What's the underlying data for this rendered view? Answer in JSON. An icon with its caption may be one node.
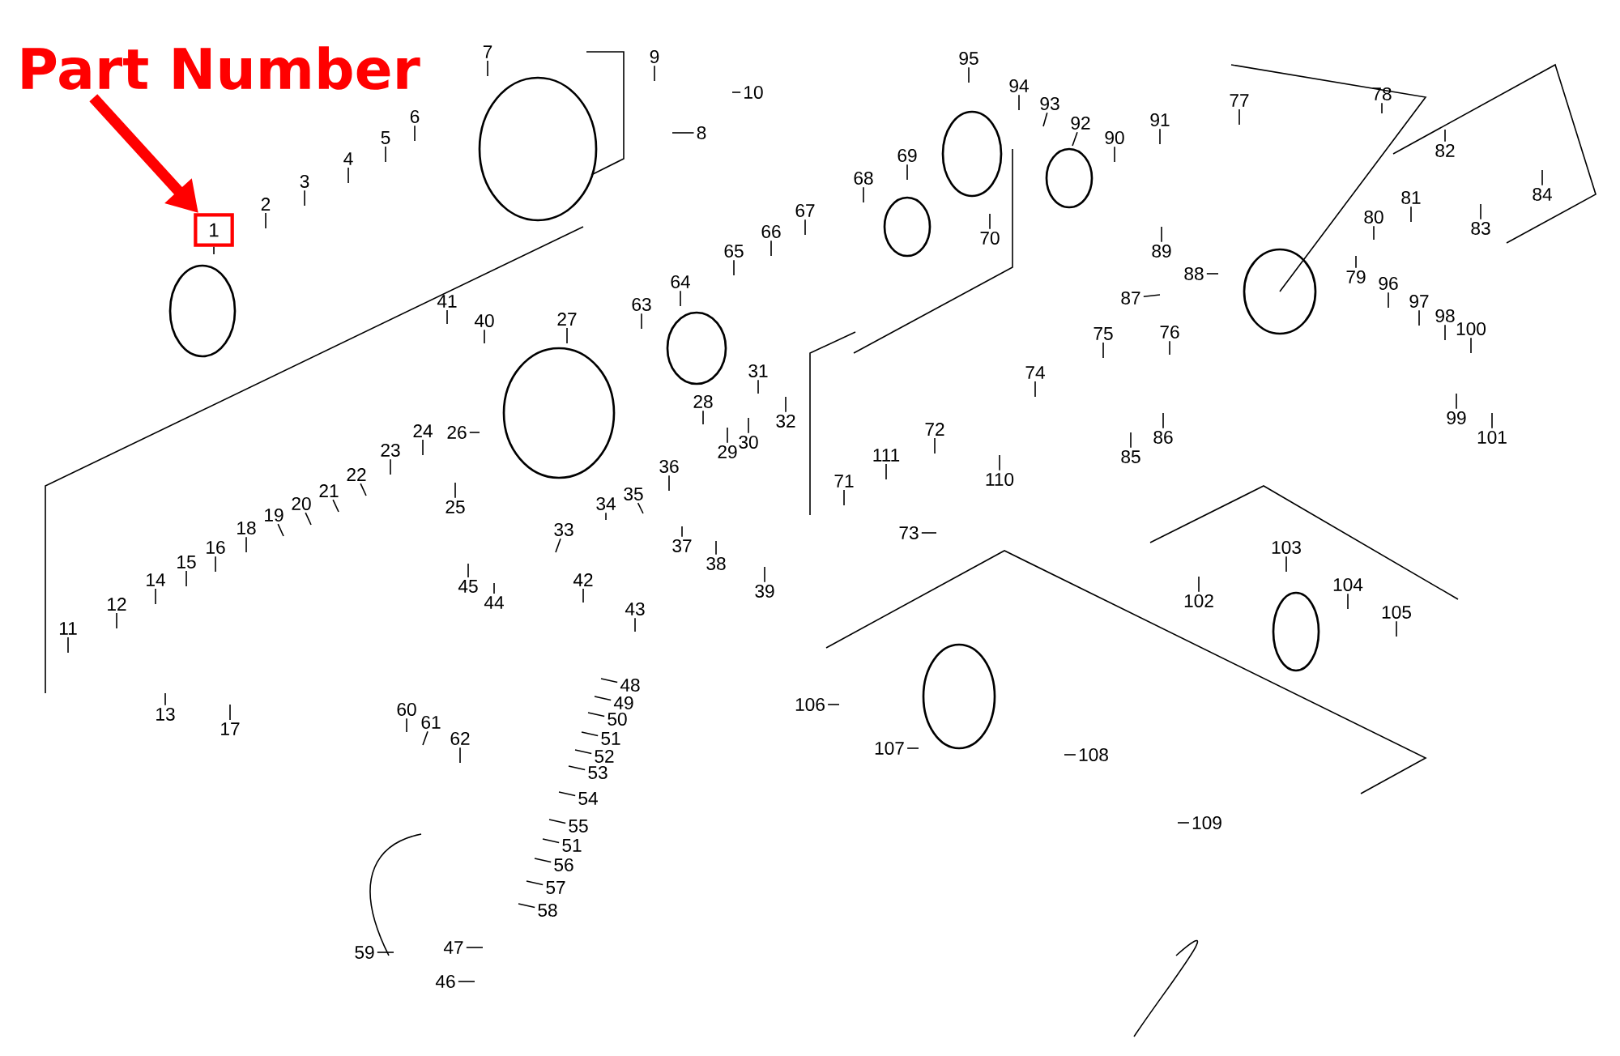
{
  "diagram": {
    "nodes": [
      {
        "text": [
          "Part Number"
        ]
      },
      {
        "text": [
          "1"
        ]
      },
      {
        "text": [
          "2"
        ]
      },
      {
        "text": [
          "3"
        ]
      },
      {
        "text": [
          "4"
        ]
      },
      {
        "text": [
          "5"
        ]
      },
      {
        "text": [
          "6"
        ]
      },
      {
        "text": [
          "7"
        ]
      },
      {
        "text": [
          "8"
        ]
      },
      {
        "text": [
          "9"
        ]
      },
      {
        "text": [
          "10"
        ]
      },
      {
        "text": [
          "11"
        ]
      },
      {
        "text": [
          "12"
        ]
      },
      {
        "text": [
          "13"
        ]
      },
      {
        "text": [
          "14"
        ]
      },
      {
        "text": [
          "15"
        ]
      },
      {
        "text": [
          "16"
        ]
      },
      {
        "text": [
          "17"
        ]
      },
      {
        "text": [
          "18"
        ]
      },
      {
        "text": [
          "19"
        ]
      },
      {
        "text": [
          "20"
        ]
      },
      {
        "text": [
          "21"
        ]
      },
      {
        "text": [
          "22"
        ]
      },
      {
        "text": [
          "23"
        ]
      },
      {
        "text": [
          "24"
        ]
      },
      {
        "text": [
          "25"
        ]
      },
      {
        "text": [
          "26"
        ]
      },
      {
        "text": [
          "27"
        ]
      },
      {
        "text": [
          "28"
        ]
      },
      {
        "text": [
          "29"
        ]
      },
      {
        "text": [
          "30"
        ]
      },
      {
        "text": [
          "31"
        ]
      },
      {
        "text": [
          "32"
        ]
      },
      {
        "text": [
          "33"
        ]
      },
      {
        "text": [
          "34"
        ]
      },
      {
        "text": [
          "35"
        ]
      },
      {
        "text": [
          "36"
        ]
      },
      {
        "text": [
          "37"
        ]
      },
      {
        "text": [
          "38"
        ]
      },
      {
        "text": [
          "39"
        ]
      },
      {
        "text": [
          "40"
        ]
      },
      {
        "text": [
          "41"
        ]
      },
      {
        "text": [
          "42"
        ]
      },
      {
        "text": [
          "43"
        ]
      },
      {
        "text": [
          "44"
        ]
      },
      {
        "text": [
          "45"
        ]
      },
      {
        "text": [
          "46"
        ]
      },
      {
        "text": [
          "47"
        ]
      },
      {
        "text": [
          "48"
        ]
      },
      {
        "text": [
          "49"
        ]
      },
      {
        "text": [
          "50"
        ]
      },
      {
        "text": [
          "51"
        ]
      },
      {
        "text": [
          "52"
        ]
      },
      {
        "text": [
          "53"
        ]
      },
      {
        "text": [
          "54"
        ]
      },
      {
        "text": [
          "55"
        ]
      },
      {
        "text": [
          "51"
        ]
      },
      {
        "text": [
          "56"
        ]
      },
      {
        "text": [
          "57"
        ]
      },
      {
        "text": [
          "58"
        ]
      },
      {
        "text": [
          "59"
        ]
      },
      {
        "text": [
          "60"
        ]
      },
      {
        "text": [
          "61"
        ]
      },
      {
        "text": [
          "62"
        ]
      },
      {
        "text": [
          "63"
        ]
      },
      {
        "text": [
          "64"
        ]
      },
      {
        "text": [
          "65"
        ]
      },
      {
        "text": [
          "66"
        ]
      },
      {
        "text": [
          "67"
        ]
      },
      {
        "text": [
          "68"
        ]
      },
      {
        "text": [
          "69"
        ]
      },
      {
        "text": [
          "70"
        ]
      },
      {
        "text": [
          "71"
        ]
      },
      {
        "text": [
          "72"
        ]
      },
      {
        "text": [
          "73"
        ]
      },
      {
        "text": [
          "74"
        ]
      },
      {
        "text": [
          "75"
        ]
      },
      {
        "text": [
          "76"
        ]
      },
      {
        "text": [
          "77"
        ]
      },
      {
        "text": [
          "78"
        ]
      },
      {
        "text": [
          "79"
        ]
      },
      {
        "text": [
          "80"
        ]
      },
      {
        "text": [
          "81"
        ]
      },
      {
        "text": [
          "82"
        ]
      },
      {
        "text": [
          "83"
        ]
      },
      {
        "text": [
          "84"
        ]
      },
      {
        "text": [
          "85"
        ]
      },
      {
        "text": [
          "86"
        ]
      },
      {
        "text": [
          "87"
        ]
      },
      {
        "text": [
          "88"
        ]
      },
      {
        "text": [
          "89"
        ]
      },
      {
        "text": [
          "90"
        ]
      },
      {
        "text": [
          "91"
        ]
      },
      {
        "text": [
          "92"
        ]
      },
      {
        "text": [
          "93"
        ]
      },
      {
        "text": [
          "94"
        ]
      },
      {
        "text": [
          "95"
        ]
      },
      {
        "text": [
          "96"
        ]
      },
      {
        "text": [
          "97"
        ]
      },
      {
        "text": [
          "98"
        ]
      },
      {
        "text": [
          "99"
        ]
      },
      {
        "text": [
          "100"
        ]
      },
      {
        "text": [
          "101"
        ]
      },
      {
        "text": [
          "102"
        ]
      },
      {
        "text": [
          "103"
        ]
      },
      {
        "text": [
          "104"
        ]
      },
      {
        "text": [
          "105"
        ]
      },
      {
        "text": [
          "106"
        ]
      },
      {
        "text": [
          "107"
        ]
      },
      {
        "text": [
          "108"
        ]
      },
      {
        "text": [
          "109"
        ]
      },
      {
        "text": [
          "110"
        ]
      },
      {
        "text": [
          "111"
        ]
      }
    ],
    "edges": [
      {
        "from": 0,
        "to": 1,
        "arrow": "to",
        "style": "thick",
        "color": "#ff0000"
      },
      {
        "from": 1,
        "to": null,
        "arrow": "none"
      },
      {
        "from": 2,
        "to": null,
        "arrow": "none"
      },
      {
        "from": 3,
        "to": null,
        "arrow": "none"
      },
      {
        "from": 4,
        "to": null,
        "arrow": "none"
      },
      {
        "from": 5,
        "to": null,
        "arrow": "none"
      },
      {
        "from": 6,
        "to": null,
        "arrow": "none"
      },
      {
        "from": 7,
        "to": null,
        "arrow": "none"
      },
      {
        "from": 8,
        "to": null,
        "arrow": "none"
      },
      {
        "from": 9,
        "to": null,
        "arrow": "none"
      },
      {
        "from": 10,
        "to": null,
        "arrow": "none"
      },
      {
        "from": 11,
        "to": null,
        "arrow": "none"
      },
      {
        "from": 12,
        "to": null,
        "arrow": "none"
      },
      {
        "from": 13,
        "to": null,
        "arrow": "none"
      },
      {
        "from": 14,
        "to": null,
        "arrow": "none"
      },
      {
        "from": 15,
        "to": null,
        "arrow": "none"
      },
      {
        "from": 16,
        "to": null,
        "arrow": "none"
      },
      {
        "from": 17,
        "to": null,
        "arrow": "none"
      },
      {
        "from": 18,
        "to": null,
        "arrow": "none"
      },
      {
        "from": 19,
        "to": null,
        "arrow": "none"
      },
      {
        "from": 20,
        "to": null,
        "arrow": "none"
      },
      {
        "from": 21,
        "to": null,
        "arrow": "none"
      },
      {
        "from": 22,
        "to": null,
        "arrow": "none"
      },
      {
        "from": 23,
        "to": null,
        "arrow": "none"
      },
      {
        "from": 24,
        "to": null,
        "arrow": "none"
      },
      {
        "from": 25,
        "to": null,
        "arrow": "none"
      },
      {
        "from": 26,
        "to": null,
        "arrow": "none"
      },
      {
        "from": 27,
        "to": null,
        "arrow": "none"
      },
      {
        "from": 28,
        "to": null,
        "arrow": "none"
      },
      {
        "from": 29,
        "to": null,
        "arrow": "none"
      },
      {
        "from": 30,
        "to": null,
        "arrow": "none"
      },
      {
        "from": 31,
        "to": null,
        "arrow": "none"
      },
      {
        "from": 32,
        "to": null,
        "arrow": "none"
      },
      {
        "from": 33,
        "to": null,
        "arrow": "none"
      },
      {
        "from": 34,
        "to": null,
        "arrow": "none"
      },
      {
        "from": 35,
        "to": null,
        "arrow": "none"
      },
      {
        "from": 36,
        "to": null,
        "arrow": "none"
      },
      {
        "from": 37,
        "to": null,
        "arrow": "none"
      },
      {
        "from": 38,
        "to": null,
        "arrow": "none"
      },
      {
        "from": 39,
        "to": null,
        "arrow": "none"
      },
      {
        "from": 40,
        "to": null,
        "arrow": "none"
      },
      {
        "from": 41,
        "to": null,
        "arrow": "none"
      },
      {
        "from": 42,
        "to": null,
        "arrow": "none"
      },
      {
        "from": 43,
        "to": null,
        "arrow": "none"
      },
      {
        "from": 44,
        "to": null,
        "arrow": "none"
      },
      {
        "from": 45,
        "to": null,
        "arrow": "none"
      },
      {
        "from": 46,
        "to": null,
        "arrow": "none"
      },
      {
        "from": 47,
        "to": null,
        "arrow": "none"
      },
      {
        "from": 48,
        "to": null,
        "arrow": "none"
      },
      {
        "from": 49,
        "to": null,
        "arrow": "none"
      },
      {
        "from": 50,
        "to": null,
        "arrow": "none"
      },
      {
        "from": 51,
        "to": null,
        "arrow": "none"
      },
      {
        "from": 52,
        "to": null,
        "arrow": "none"
      },
      {
        "from": 53,
        "to": null,
        "arrow": "none"
      },
      {
        "from": 54,
        "to": null,
        "arrow": "none"
      },
      {
        "from": 55,
        "to": null,
        "arrow": "none"
      },
      {
        "from": 56,
        "to": null,
        "arrow": "none"
      },
      {
        "from": 57,
        "to": null,
        "arrow": "none"
      },
      {
        "from": 58,
        "to": null,
        "arrow": "none"
      },
      {
        "from": 59,
        "to": null,
        "arrow": "none"
      },
      {
        "from": 60,
        "to": null,
        "arrow": "none"
      },
      {
        "from": 61,
        "to": null,
        "arrow": "none"
      },
      {
        "from": 62,
        "to": null,
        "arrow": "none"
      },
      {
        "from": 63,
        "to": null,
        "arrow": "none"
      },
      {
        "from": 64,
        "to": null,
        "arrow": "none"
      },
      {
        "from": 65,
        "to": null,
        "arrow": "none"
      },
      {
        "from": 66,
        "to": null,
        "arrow": "none"
      },
      {
        "from": 67,
        "to": null,
        "arrow": "none"
      },
      {
        "from": 68,
        "to": null,
        "arrow": "none"
      },
      {
        "from": 69,
        "to": null,
        "arrow": "none"
      },
      {
        "from": 70,
        "to": null,
        "arrow": "none"
      },
      {
        "from": 71,
        "to": null,
        "arrow": "none"
      },
      {
        "from": 72,
        "to": null,
        "arrow": "none"
      },
      {
        "from": 73,
        "to": null,
        "arrow": "none"
      },
      {
        "from": 74,
        "to": null,
        "arrow": "none"
      },
      {
        "from": 75,
        "to": null,
        "arrow": "none"
      },
      {
        "from": 76,
        "to": null,
        "arrow": "none"
      },
      {
        "from": 77,
        "to": null,
        "arrow": "none"
      },
      {
        "from": 78,
        "to": null,
        "arrow": "none"
      },
      {
        "from": 79,
        "to": null,
        "arrow": "none"
      },
      {
        "from": 80,
        "to": null,
        "arrow": "none"
      },
      {
        "from": 81,
        "to": null,
        "arrow": "none"
      },
      {
        "from": 82,
        "to": null,
        "arrow": "none"
      },
      {
        "from": 83,
        "to": null,
        "arrow": "none"
      },
      {
        "from": 84,
        "to": null,
        "arrow": "none"
      },
      {
        "from": 85,
        "to": null,
        "arrow": "none"
      },
      {
        "from": 86,
        "to": null,
        "arrow": "none"
      },
      {
        "from": 87,
        "to": null,
        "arrow": "none"
      },
      {
        "from": 88,
        "to": null,
        "arrow": "none"
      },
      {
        "from": 89,
        "to": null,
        "arrow": "none"
      },
      {
        "from": 90,
        "to": null,
        "arrow": "none"
      },
      {
        "from": 91,
        "to": null,
        "arrow": "none"
      },
      {
        "from": 92,
        "to": null,
        "arrow": "none"
      },
      {
        "from": 93,
        "to": null,
        "arrow": "none"
      },
      {
        "from": 94,
        "to": null,
        "arrow": "none"
      },
      {
        "from": 95,
        "to": null,
        "arrow": "none"
      },
      {
        "from": 96,
        "to": null,
        "arrow": "none"
      },
      {
        "from": 97,
        "to": null,
        "arrow": "none"
      },
      {
        "from": 98,
        "to": null,
        "arrow": "none"
      },
      {
        "from": 99,
        "to": null,
        "arrow": "none"
      },
      {
        "from": 100,
        "to": null,
        "arrow": "none"
      },
      {
        "from": 101,
        "to": null,
        "arrow": "none"
      },
      {
        "from": 102,
        "to": null,
        "arrow": "none"
      },
      {
        "from": 103,
        "to": null,
        "arrow": "none"
      },
      {
        "from": 104,
        "to": null,
        "arrow": "none"
      },
      {
        "from": 105,
        "to": null,
        "arrow": "none"
      },
      {
        "from": 106,
        "to": null,
        "arrow": "none"
      },
      {
        "from": 107,
        "to": null,
        "arrow": "none"
      },
      {
        "from": 108,
        "to": null,
        "arrow": "none"
      },
      {
        "from": 109,
        "to": null,
        "arrow": "none"
      },
      {
        "from": 110,
        "to": null,
        "arrow": "none"
      },
      {
        "from": 111,
        "to": null,
        "arrow": "none"
      },
      {
        "from": 112,
        "to": null,
        "arrow": "none"
      }
    ]
  }
}
